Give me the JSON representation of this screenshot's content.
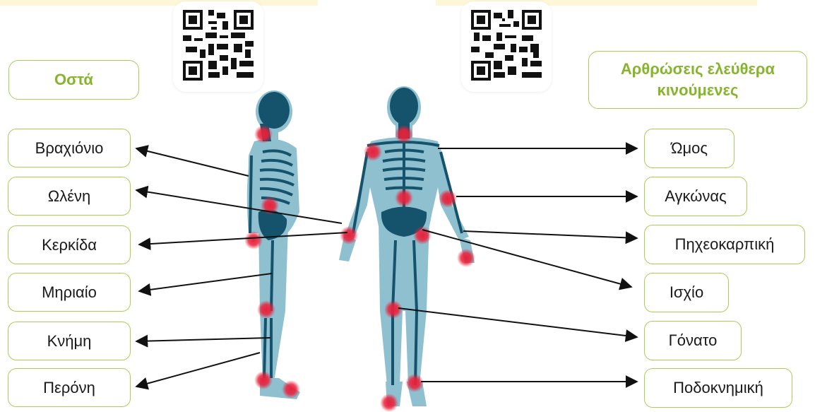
{
  "headers": {
    "bones": "Οστά",
    "joints_line1": "Αρθρώσεις ελεύθερα",
    "joints_line2": "κινούμενες"
  },
  "bones": [
    "Βραχιόνιο",
    "Ωλένη",
    "Κερκίδα",
    "Μηριαίο",
    "Κνήμη",
    "Περόνη"
  ],
  "joints": [
    "Ώμος",
    "Αγκώνας",
    "Πηχεοκαρπική",
    "Ισχίο",
    "Γόνατο",
    "Ποδοκνημική"
  ],
  "colors": {
    "accent": "#86b52b",
    "border": "#a8cf54",
    "body": "#8fc0d0",
    "bone": "#14536b",
    "joint_marker": "#e8213b"
  },
  "icons": [
    "qr-code-icon",
    "qr-code-icon",
    "arrow-icon"
  ]
}
